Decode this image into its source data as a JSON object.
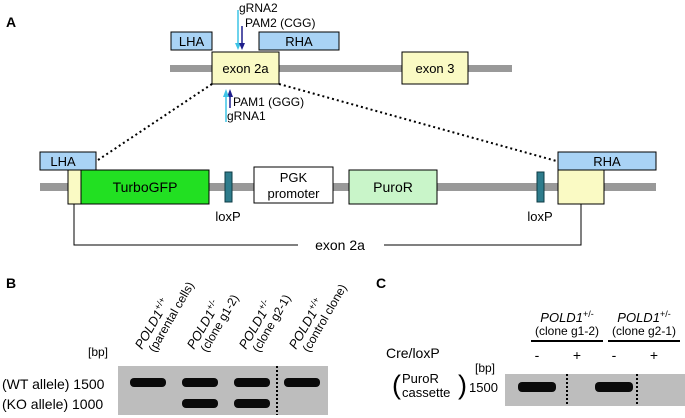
{
  "colors": {
    "backbone": "#999999",
    "homology_arm": "#a9d3f5",
    "exon": "#fafac4",
    "turbogfp": "#22e022",
    "puror": "#c9f5c9",
    "loxp": "#2e7c8c",
    "grna": "#3ec4e6",
    "pam": "#1f1f8c",
    "gel_bg": "#bdbdbd",
    "band": "#0a0a0a"
  },
  "panel_a": {
    "label": "A",
    "top": {
      "lha": "LHA",
      "rha": "RHA",
      "exon2a": "exon 2a",
      "exon3": "exon 3",
      "grna2": "gRNA2",
      "pam2": "PAM2 (CGG)",
      "pam1": "PAM1 (GGG)",
      "grna1": "gRNA1"
    },
    "construct": {
      "lha": "LHA",
      "rha": "RHA",
      "turbogfp": "TurboGFP",
      "pgk_line1": "PGK",
      "pgk_line2": "promoter",
      "puror": "PuroR",
      "loxp_left": "loxP",
      "loxp_right": "loxP",
      "bracket_label": "exon 2a"
    }
  },
  "panel_b": {
    "label": "B",
    "bp": "[bp]",
    "row_labels": [
      {
        "allele": "(WT allele)",
        "size": "1500"
      },
      {
        "allele": "(KO allele)",
        "size": "1000"
      }
    ],
    "lanes": [
      {
        "gene": "POLD1",
        "sup": "+/+",
        "desc": "(parental cells)",
        "wt": true,
        "ko": false
      },
      {
        "gene": "POLD1",
        "sup": "+/-",
        "desc": "(clone g1-2)",
        "wt": true,
        "ko": true
      },
      {
        "gene": "POLD1",
        "sup": "+/-",
        "desc": "(clone g2-1)",
        "wt": true,
        "ko": true
      },
      {
        "gene": "POLD1",
        "sup": "+/+",
        "desc": "(control clone)",
        "wt": true,
        "ko": false
      }
    ]
  },
  "panel_c": {
    "label": "C",
    "bp": "[bp]",
    "cre_label": "Cre/loxP",
    "band_label_line1": "PuroR",
    "band_label_line2": "cassette",
    "band_size": "1500",
    "groups": [
      {
        "gene": "POLD1",
        "sup": "+/-",
        "desc": "(clone g1-2)",
        "lanes": [
          "-",
          "+"
        ],
        "bands": [
          true,
          false
        ]
      },
      {
        "gene": "POLD1",
        "sup": "+/-",
        "desc": "(clone g2-1)",
        "lanes": [
          "-",
          "+"
        ],
        "bands": [
          true,
          false
        ]
      }
    ]
  }
}
